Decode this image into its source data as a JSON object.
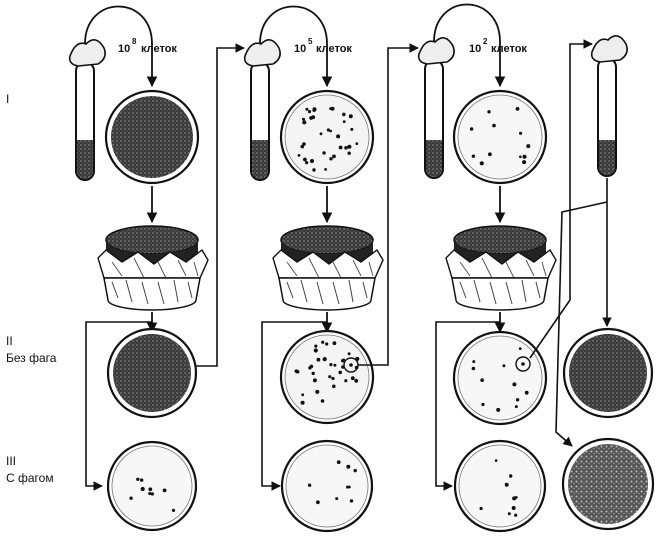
{
  "labels": {
    "count1_base": "10",
    "count1_exp": "8",
    "count2_base": "10",
    "count2_exp": "5",
    "count3_base": "10",
    "count3_exp": "2",
    "cells_word": "клеток",
    "row1": "I",
    "row2": "II",
    "row2_caption": "Без фага",
    "row3": "III",
    "row3_caption": "С фагом"
  },
  "colors": {
    "ink": "#111111",
    "dense_fill": "#1a1a1a",
    "background": "#ffffff"
  }
}
